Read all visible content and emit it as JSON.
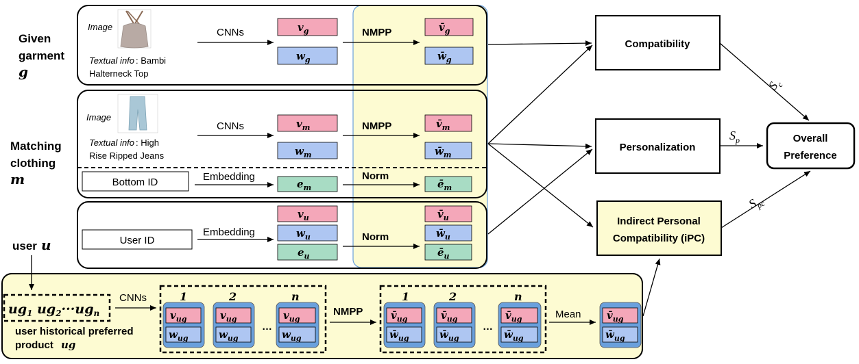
{
  "rows": {
    "garment": {
      "label_line1": "Given",
      "label_line2": "garment",
      "symbol": "g"
    },
    "matching": {
      "label_line1": "Matching",
      "label_line2": "clothing",
      "symbol": "m"
    },
    "user": {
      "label": "user",
      "symbol": "u"
    }
  },
  "garment_panel": {
    "image_label": "Image",
    "textual_prefix": "Textual info",
    "textual_line1": ": Bambi",
    "textual_line2": "Halterneck Top",
    "cnn_label": "CNNs",
    "nmpp_label": "NMPP"
  },
  "matching_panel": {
    "image_label": "Image",
    "textual_prefix": "Textual info",
    "textual_line1": ": High",
    "textual_line2": "Rise Ripped Jeans",
    "cnn_label": "CNNs",
    "nmpp_label": "NMPP",
    "id_label": "Bottom ID",
    "embedding_label": "Embedding",
    "norm_label": "Norm"
  },
  "user_panel": {
    "id_label": "User ID",
    "embedding_label": "Embedding",
    "norm_label": "Norm"
  },
  "history_panel": {
    "caption_line1": "user historical preferred",
    "caption_line2": "product",
    "caption_symbol": "ug",
    "cnn_label": "CNNs",
    "nmpp_label": "NMPP",
    "mean_label": "Mean",
    "index_1": "1",
    "index_2": "2",
    "index_n": "n",
    "ellipsis": "…"
  },
  "outputs": {
    "compatibility": "Compatibility",
    "personalization": "Personalization",
    "ipc_line1": "Indirect Personal",
    "ipc_line2": "Compatibility (iPC)",
    "overall_line1": "Overall",
    "overall_line2": "Preference",
    "score_c": "S",
    "score_c_sub": "c",
    "score_p": "S",
    "score_p_sub": "p",
    "score_pc": "S",
    "score_pc_sub": "pc"
  },
  "colors": {
    "pink": "#f4a7b9",
    "blue": "#aec6f2",
    "green": "#a8dcc4",
    "yellow_panel": "#fdfbd2",
    "ipc_fill": "#fdfbd2",
    "history_block": "#6aa0dc"
  }
}
